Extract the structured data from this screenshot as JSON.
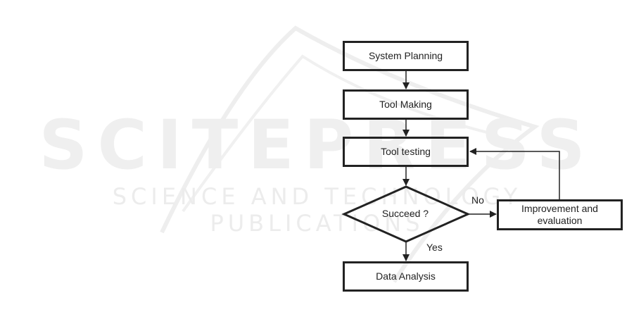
{
  "watermark": {
    "main": "SCITEPRESS",
    "sub": "SCIENCE AND TECHNOLOGY PUBLICATIONS"
  },
  "flowchart": {
    "system_planning": "System Planning",
    "tool_making": "Tool Making",
    "tool_testing": "Tool testing",
    "decision": "Succeed ?",
    "improvement": "Improvement and evaluation",
    "data_analysis": "Data Analysis",
    "label_no": "No",
    "label_yes": "Yes"
  }
}
